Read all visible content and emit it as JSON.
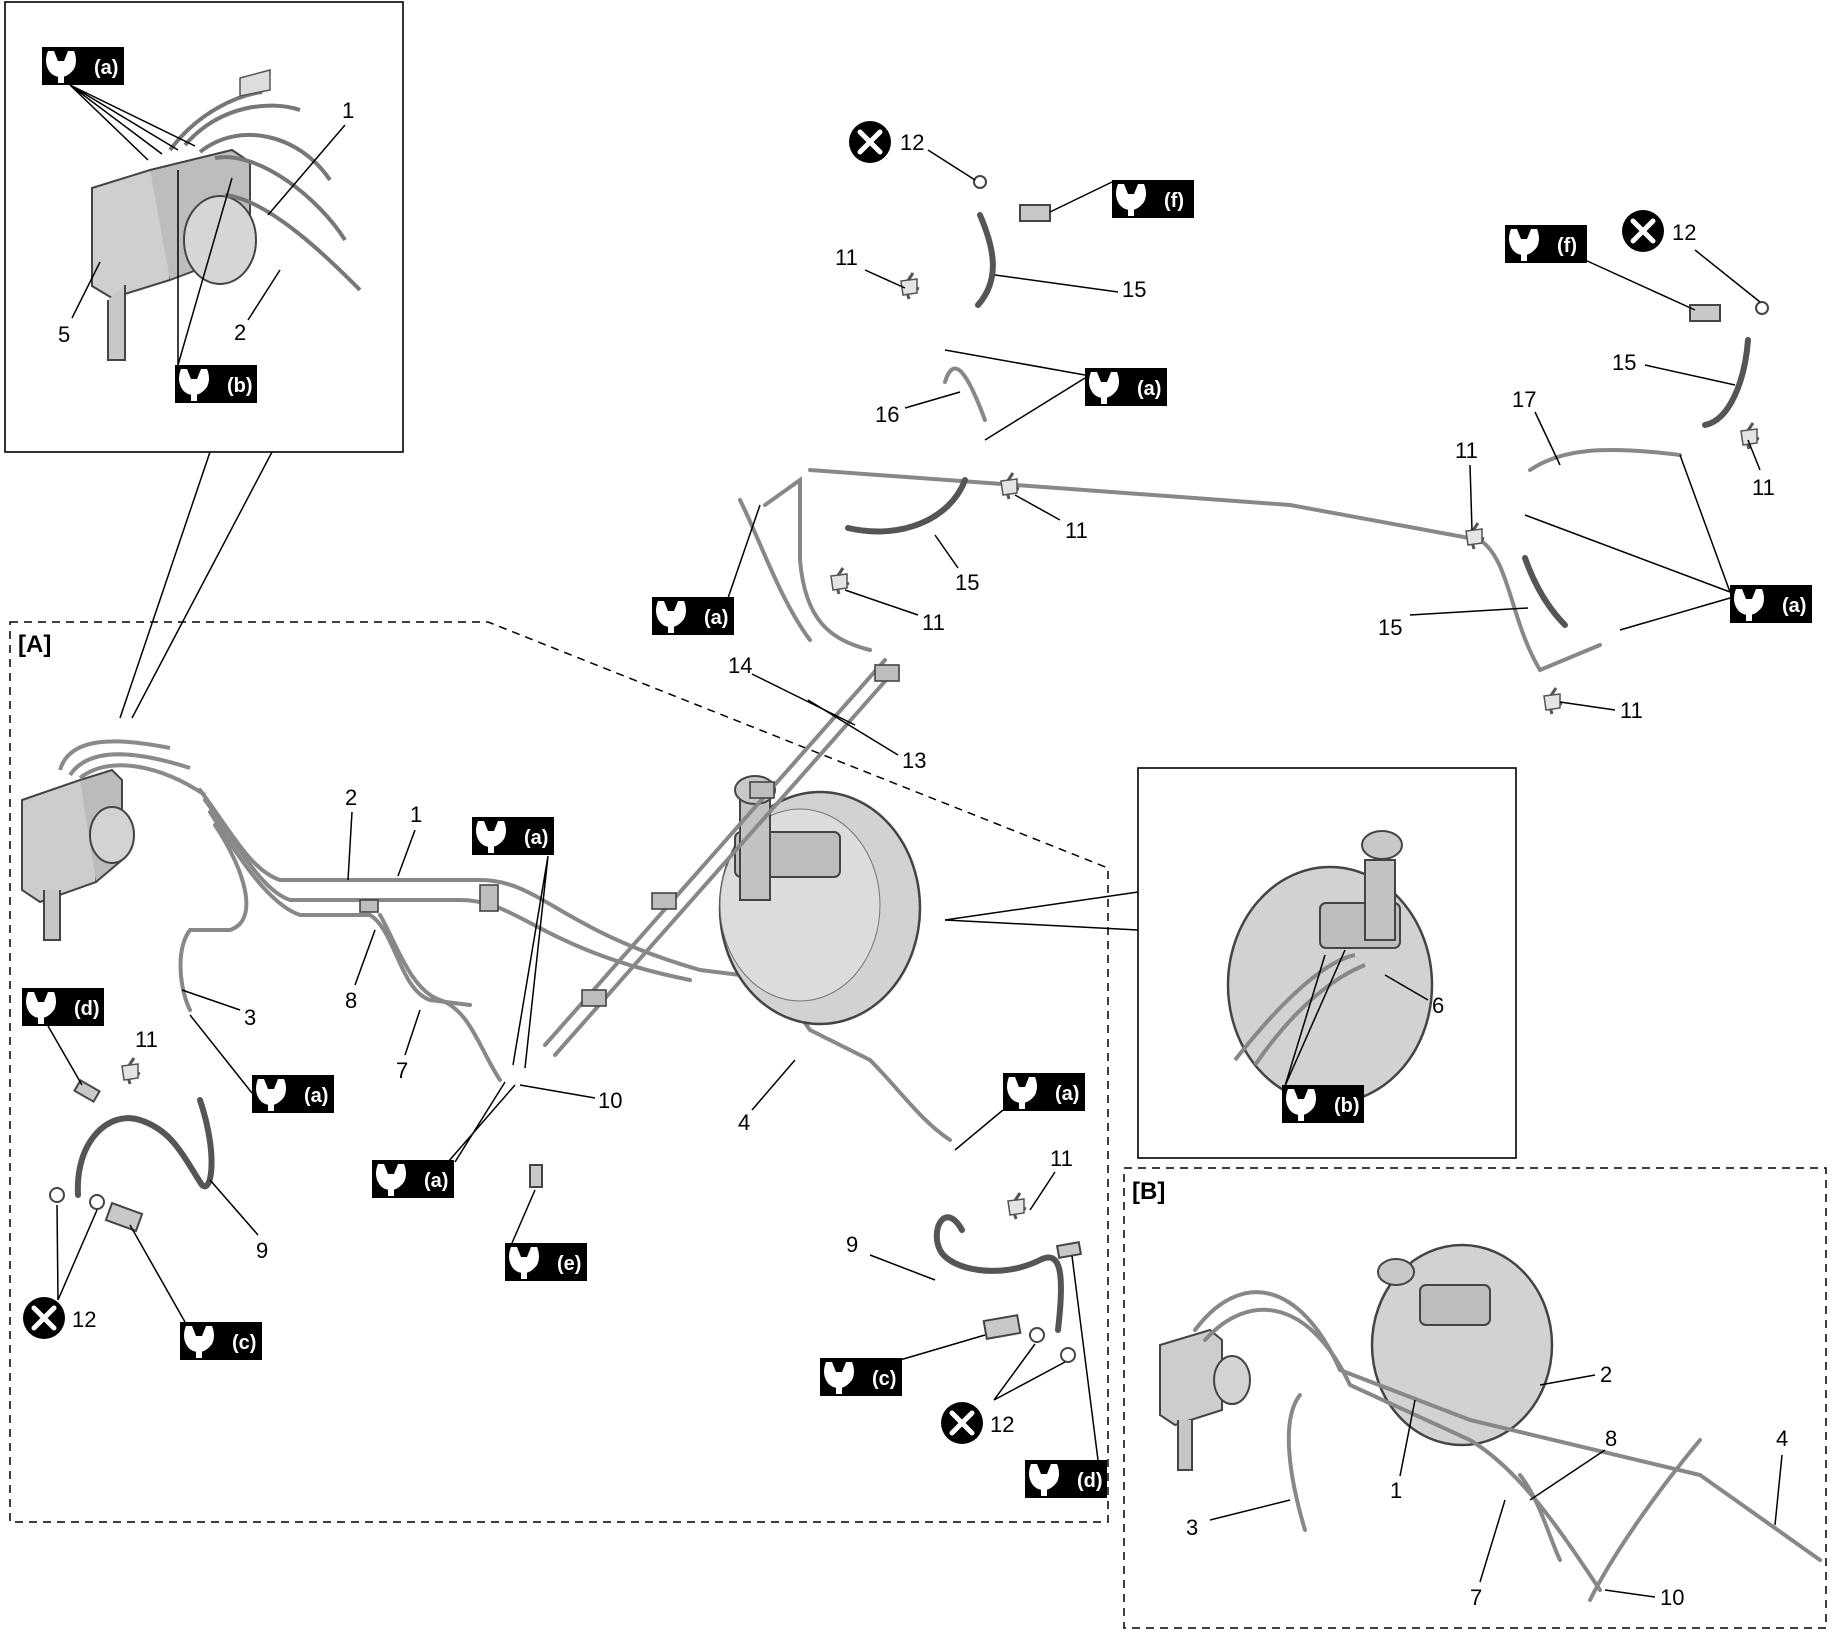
{
  "diagram": {
    "view_labels": {
      "A": "[A]",
      "B": "[B]"
    },
    "torque_marks": {
      "a": "(a)",
      "b": "(b)",
      "c": "(c)",
      "d": "(d)",
      "e": "(e)",
      "f": "(f)"
    },
    "do_not_reuse": "✕",
    "part_numbers": {
      "p1": "1",
      "p2": "2",
      "p3": "3",
      "p4": "4",
      "p5": "5",
      "p6": "6",
      "p7": "7",
      "p8": "8",
      "p9": "9",
      "p10": "10",
      "p11": "11",
      "p12": "12",
      "p13": "13",
      "p14": "14",
      "p15": "15",
      "p16": "16",
      "p17": "17"
    },
    "colors": {
      "line": "#000000",
      "part_fill": "#d8d8d8",
      "part_stroke": "#4a4a4a",
      "badge_bg": "#000000",
      "badge_fg": "#ffffff"
    }
  }
}
